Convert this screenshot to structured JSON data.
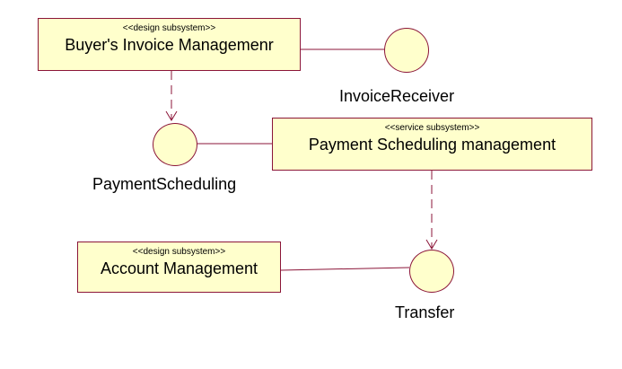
{
  "colors": {
    "border": "#8b1538",
    "fill": "#ffffcc",
    "text": "#000000"
  },
  "components": {
    "buyers_invoice": {
      "stereotype": "<<design subsystem>>",
      "name": "Buyer's Invoice Managemenr"
    },
    "payment_scheduling_mgmt": {
      "stereotype": "<<service subsystem>>",
      "name": "Payment Scheduling management"
    },
    "account_mgmt": {
      "stereotype": "<<design subsystem>>",
      "name": "Account Management"
    }
  },
  "interfaces": {
    "invoice_receiver": "InvoiceReceiver",
    "payment_scheduling": "PaymentScheduling",
    "transfer": "Transfer"
  }
}
